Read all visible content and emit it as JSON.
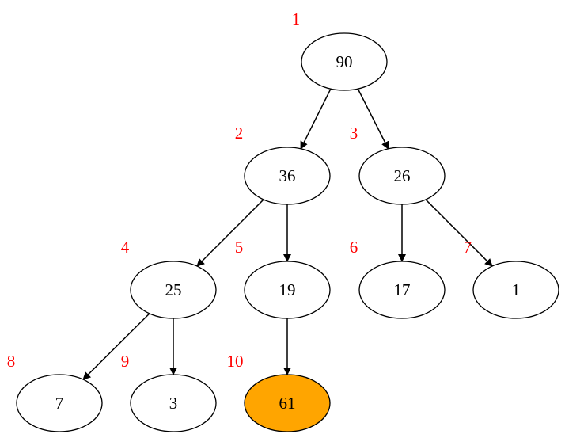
{
  "tree": {
    "nodes": [
      {
        "index": "1",
        "value": "90",
        "highlighted": false
      },
      {
        "index": "2",
        "value": "36",
        "highlighted": false
      },
      {
        "index": "3",
        "value": "26",
        "highlighted": false
      },
      {
        "index": "4",
        "value": "25",
        "highlighted": false
      },
      {
        "index": "5",
        "value": "19",
        "highlighted": false
      },
      {
        "index": "6",
        "value": "17",
        "highlighted": false
      },
      {
        "index": "7",
        "value": "1",
        "highlighted": false
      },
      {
        "index": "8",
        "value": "7",
        "highlighted": false
      },
      {
        "index": "9",
        "value": "3",
        "highlighted": false
      },
      {
        "index": "10",
        "value": "61",
        "highlighted": true
      }
    ],
    "edges": [
      {
        "from": "90",
        "to": "36"
      },
      {
        "from": "90",
        "to": "26"
      },
      {
        "from": "36",
        "to": "25"
      },
      {
        "from": "36",
        "to": "19"
      },
      {
        "from": "26",
        "to": "17"
      },
      {
        "from": "26",
        "to": "1"
      },
      {
        "from": "25",
        "to": "7"
      },
      {
        "from": "25",
        "to": "3"
      },
      {
        "from": "19",
        "to": "61"
      }
    ]
  },
  "colors": {
    "highlight_fill": "#ffa500",
    "node_fill": "#ffffff",
    "index_label": "#ff0000",
    "stroke": "#000000"
  }
}
